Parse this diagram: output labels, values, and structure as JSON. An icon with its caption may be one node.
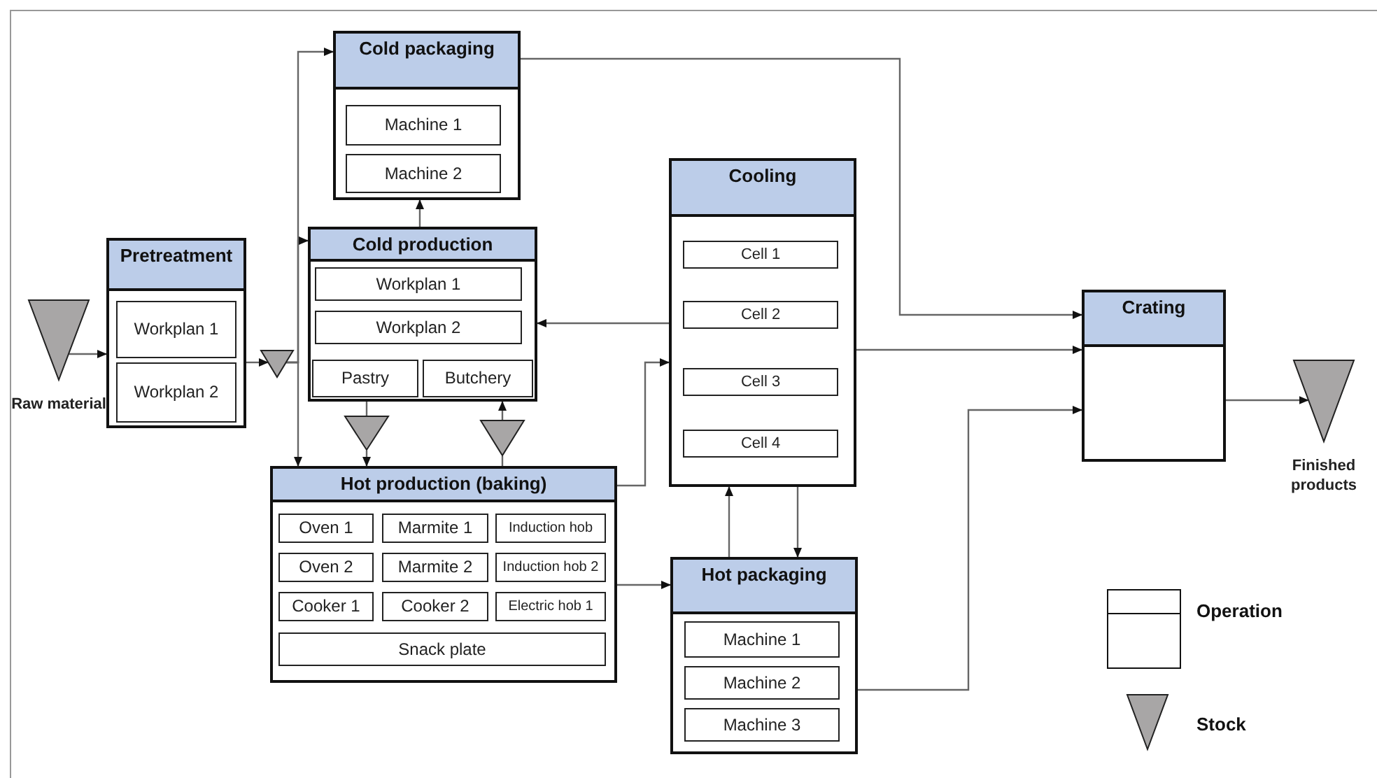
{
  "diagram": {
    "nodes": [
      {
        "text": [],
        "shape": "triangle",
        "beside": [
          "Raw material"
        ]
      },
      {
        "text": [
          "Pretreatment"
        ]
      },
      {
        "text": [
          "Workplan 1"
        ],
        "in": 1
      },
      {
        "text": [
          "Workplan 2"
        ],
        "in": 1
      },
      {
        "text": [],
        "shape": "triangle"
      },
      {
        "text": [
          "Cold packaging"
        ]
      },
      {
        "text": [
          "Machine 1"
        ],
        "in": 5
      },
      {
        "text": [
          "Machine 2"
        ],
        "in": 5
      },
      {
        "text": [
          "Cold production"
        ]
      },
      {
        "text": [
          "Workplan 1"
        ],
        "in": 8
      },
      {
        "text": [
          "Workplan 2"
        ],
        "in": 8
      },
      {
        "text": [
          "Pastry"
        ],
        "in": 8
      },
      {
        "text": [
          "Butchery"
        ],
        "in": 8
      },
      {
        "text": [],
        "shape": "triangle"
      },
      {
        "text": [],
        "shape": "triangle"
      },
      {
        "text": [
          "Hot production (baking)"
        ]
      },
      {
        "text": [
          "Oven 1"
        ],
        "in": 15
      },
      {
        "text": [
          "Marmite 1"
        ],
        "in": 15
      },
      {
        "text": [
          "Induction hob"
        ],
        "in": 15
      },
      {
        "text": [
          "Oven 2"
        ],
        "in": 15
      },
      {
        "text": [
          "Marmite 2"
        ],
        "in": 15
      },
      {
        "text": [
          "Induction hob 2"
        ],
        "in": 15
      },
      {
        "text": [
          "Cooker 1"
        ],
        "in": 15
      },
      {
        "text": [
          "Cooker 2"
        ],
        "in": 15
      },
      {
        "text": [
          "Electric hob 1"
        ],
        "in": 15
      },
      {
        "text": [
          "Snack plate"
        ],
        "in": 15
      },
      {
        "text": [
          "Cooling"
        ]
      },
      {
        "text": [
          "Cell 1"
        ],
        "in": 26
      },
      {
        "text": [
          "Cell 2"
        ],
        "in": 26
      },
      {
        "text": [
          "Cell 3"
        ],
        "in": 26
      },
      {
        "text": [
          "Cell 4"
        ],
        "in": 26
      },
      {
        "text": [
          "Hot packaging"
        ]
      },
      {
        "text": [
          "Machine 1"
        ],
        "in": 31
      },
      {
        "text": [
          "Machine 2"
        ],
        "in": 31
      },
      {
        "text": [
          "Machine 3"
        ],
        "in": 31
      },
      {
        "text": [
          "Crating"
        ]
      },
      {
        "text": [],
        "shape": "triangle",
        "beside": [
          "Finished products"
        ]
      }
    ],
    "edges": [
      {
        "from": 0,
        "to": 1,
        "arrow": "to"
      },
      {
        "from": 1,
        "to": 4,
        "arrow": "to"
      },
      {
        "from": 4,
        "to": 5,
        "arrow": "to"
      },
      {
        "from": 4,
        "to": 8,
        "arrow": "to"
      },
      {
        "from": 4,
        "to": 15,
        "arrow": "to"
      },
      {
        "from": 8,
        "to": 5,
        "arrow": "to"
      },
      {
        "from": 8,
        "to": 13,
        "arrow": "none"
      },
      {
        "from": 13,
        "to": 15,
        "arrow": "to"
      },
      {
        "from": 15,
        "to": 14,
        "arrow": "none"
      },
      {
        "from": 14,
        "to": 8,
        "arrow": "to"
      },
      {
        "from": 26,
        "to": 8,
        "arrow": "to"
      },
      {
        "from": 15,
        "to": 26,
        "arrow": "to"
      },
      {
        "from": 15,
        "to": 31,
        "arrow": "to"
      },
      {
        "from": 31,
        "to": 26,
        "arrow": "to"
      },
      {
        "from": 26,
        "to": 31,
        "arrow": "to"
      },
      {
        "from": 5,
        "to": 35,
        "arrow": "to"
      },
      {
        "from": 26,
        "to": 35,
        "arrow": "to"
      },
      {
        "from": 31,
        "to": 35,
        "arrow": "to"
      },
      {
        "from": 35,
        "to": 36,
        "arrow": "to"
      }
    ],
    "legend": [
      {
        "text": "Operation"
      },
      {
        "text": "Stock"
      }
    ]
  }
}
